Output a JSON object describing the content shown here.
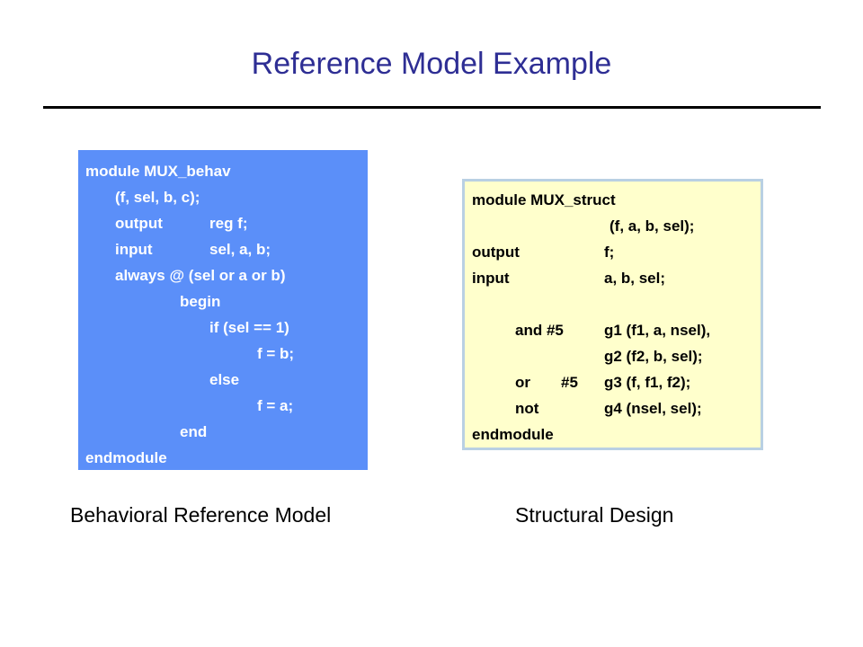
{
  "slide": {
    "title": "Reference Model Example"
  },
  "behavioral": {
    "caption": "Behavioral Reference Model",
    "lines": [
      {
        "a": "module MUX_behav"
      },
      {
        "a": "(f, sel, b, c);"
      },
      {
        "a": "output",
        "b": "reg f;"
      },
      {
        "a": "input",
        "b": "sel, a, b;"
      },
      {
        "a": "always @ (sel or a or b)"
      },
      {
        "a": "begin"
      },
      {
        "a": "if (sel == 1)"
      },
      {
        "a": "f = b;"
      },
      {
        "a": "else"
      },
      {
        "a": "f = a;"
      },
      {
        "a": "end"
      },
      {
        "a": "endmodule"
      }
    ]
  },
  "structural": {
    "caption": "Structural Design",
    "lines": [
      {
        "a": "module MUX_struct"
      },
      {
        "a": "(f, a, b, sel);"
      },
      {
        "a": "output",
        "b": "f;"
      },
      {
        "a": "input",
        "b": "a, b, sel;"
      },
      {
        "a": ""
      },
      {
        "a": "and #5",
        "b": "g1 (f1, a, nsel),"
      },
      {
        "b": "g2 (f2, b, sel);"
      },
      {
        "a": "or",
        "a2": "#5",
        "b": "g3 (f, f1, f2);"
      },
      {
        "a": "not",
        "b": "g4 (nsel, sel);"
      },
      {
        "a": "endmodule"
      }
    ]
  }
}
